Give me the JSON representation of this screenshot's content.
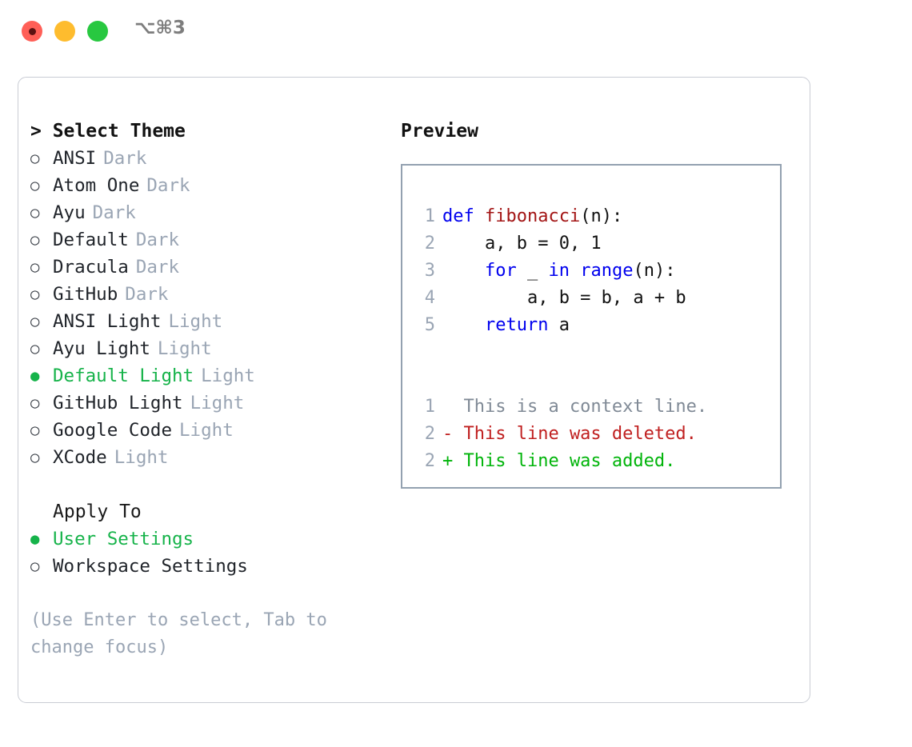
{
  "titlebar": {
    "shortcut": "⌥⌘3",
    "buttons": [
      "close",
      "minimize",
      "zoom"
    ]
  },
  "theme_section": {
    "heading": "> Select Theme",
    "marker_selected": "●",
    "marker_unselected": "○",
    "items": [
      {
        "label": "ANSI",
        "badge": "Dark",
        "selected": false
      },
      {
        "label": "Atom One",
        "badge": "Dark",
        "selected": false
      },
      {
        "label": "Ayu",
        "badge": "Dark",
        "selected": false
      },
      {
        "label": "Default",
        "badge": "Dark",
        "selected": false
      },
      {
        "label": "Dracula",
        "badge": "Dark",
        "selected": false
      },
      {
        "label": "GitHub",
        "badge": "Dark",
        "selected": false
      },
      {
        "label": "ANSI Light",
        "badge": "Light",
        "selected": false
      },
      {
        "label": "Ayu Light",
        "badge": "Light",
        "selected": false
      },
      {
        "label": "Default Light",
        "badge": "Light",
        "selected": true
      },
      {
        "label": "GitHub Light",
        "badge": "Light",
        "selected": false
      },
      {
        "label": "Google Code",
        "badge": "Light",
        "selected": false
      },
      {
        "label": "XCode",
        "badge": "Light",
        "selected": false
      }
    ]
  },
  "apply_section": {
    "heading": "Apply To",
    "items": [
      {
        "label": "User Settings",
        "selected": true
      },
      {
        "label": "Workspace Settings",
        "selected": false
      }
    ]
  },
  "help": {
    "text": "(Use Enter to select, Tab to change focus)"
  },
  "preview": {
    "title": "Preview",
    "code_lines": [
      {
        "num": "1",
        "tokens": [
          {
            "t": "def",
            "c": "kw"
          },
          {
            "t": " ",
            "c": "pl"
          },
          {
            "t": "fibonacci",
            "c": "fn"
          },
          {
            "t": "(n):",
            "c": "pl"
          }
        ]
      },
      {
        "num": "2",
        "tokens": [
          {
            "t": "    a, b = 0, 1",
            "c": "pl"
          }
        ]
      },
      {
        "num": "3",
        "tokens": [
          {
            "t": "    ",
            "c": "pl"
          },
          {
            "t": "for",
            "c": "kw"
          },
          {
            "t": " _ ",
            "c": "pl"
          },
          {
            "t": "in",
            "c": "kw"
          },
          {
            "t": " ",
            "c": "pl"
          },
          {
            "t": "range",
            "c": "kw"
          },
          {
            "t": "(n):",
            "c": "pl"
          }
        ]
      },
      {
        "num": "4",
        "tokens": [
          {
            "t": "        a, b = b, a + b",
            "c": "pl"
          }
        ]
      },
      {
        "num": "5",
        "tokens": [
          {
            "t": "    ",
            "c": "pl"
          },
          {
            "t": "return",
            "c": "kw"
          },
          {
            "t": " a",
            "c": "pl"
          }
        ]
      }
    ],
    "diff_lines": [
      {
        "num": "1",
        "text": "  This is a context line.",
        "kind": "diff-ctx"
      },
      {
        "num": "2",
        "text": "- This line was deleted.",
        "kind": "diff-del"
      },
      {
        "num": "2",
        "text": "+ This line was added.",
        "kind": "diff-add"
      }
    ]
  },
  "colors": {
    "accent_green": "#16b34a",
    "badge_gray": "#9aa5b4",
    "keyword_blue": "#0000ee",
    "function_red": "#a31515",
    "diff_deleted": "#c02020",
    "diff_added": "#00b40a",
    "panel_border": "#c9ccd4",
    "preview_border": "#93a1b0",
    "light_red": "#ff5f57",
    "light_amber": "#febc2e",
    "light_green": "#28c840"
  }
}
